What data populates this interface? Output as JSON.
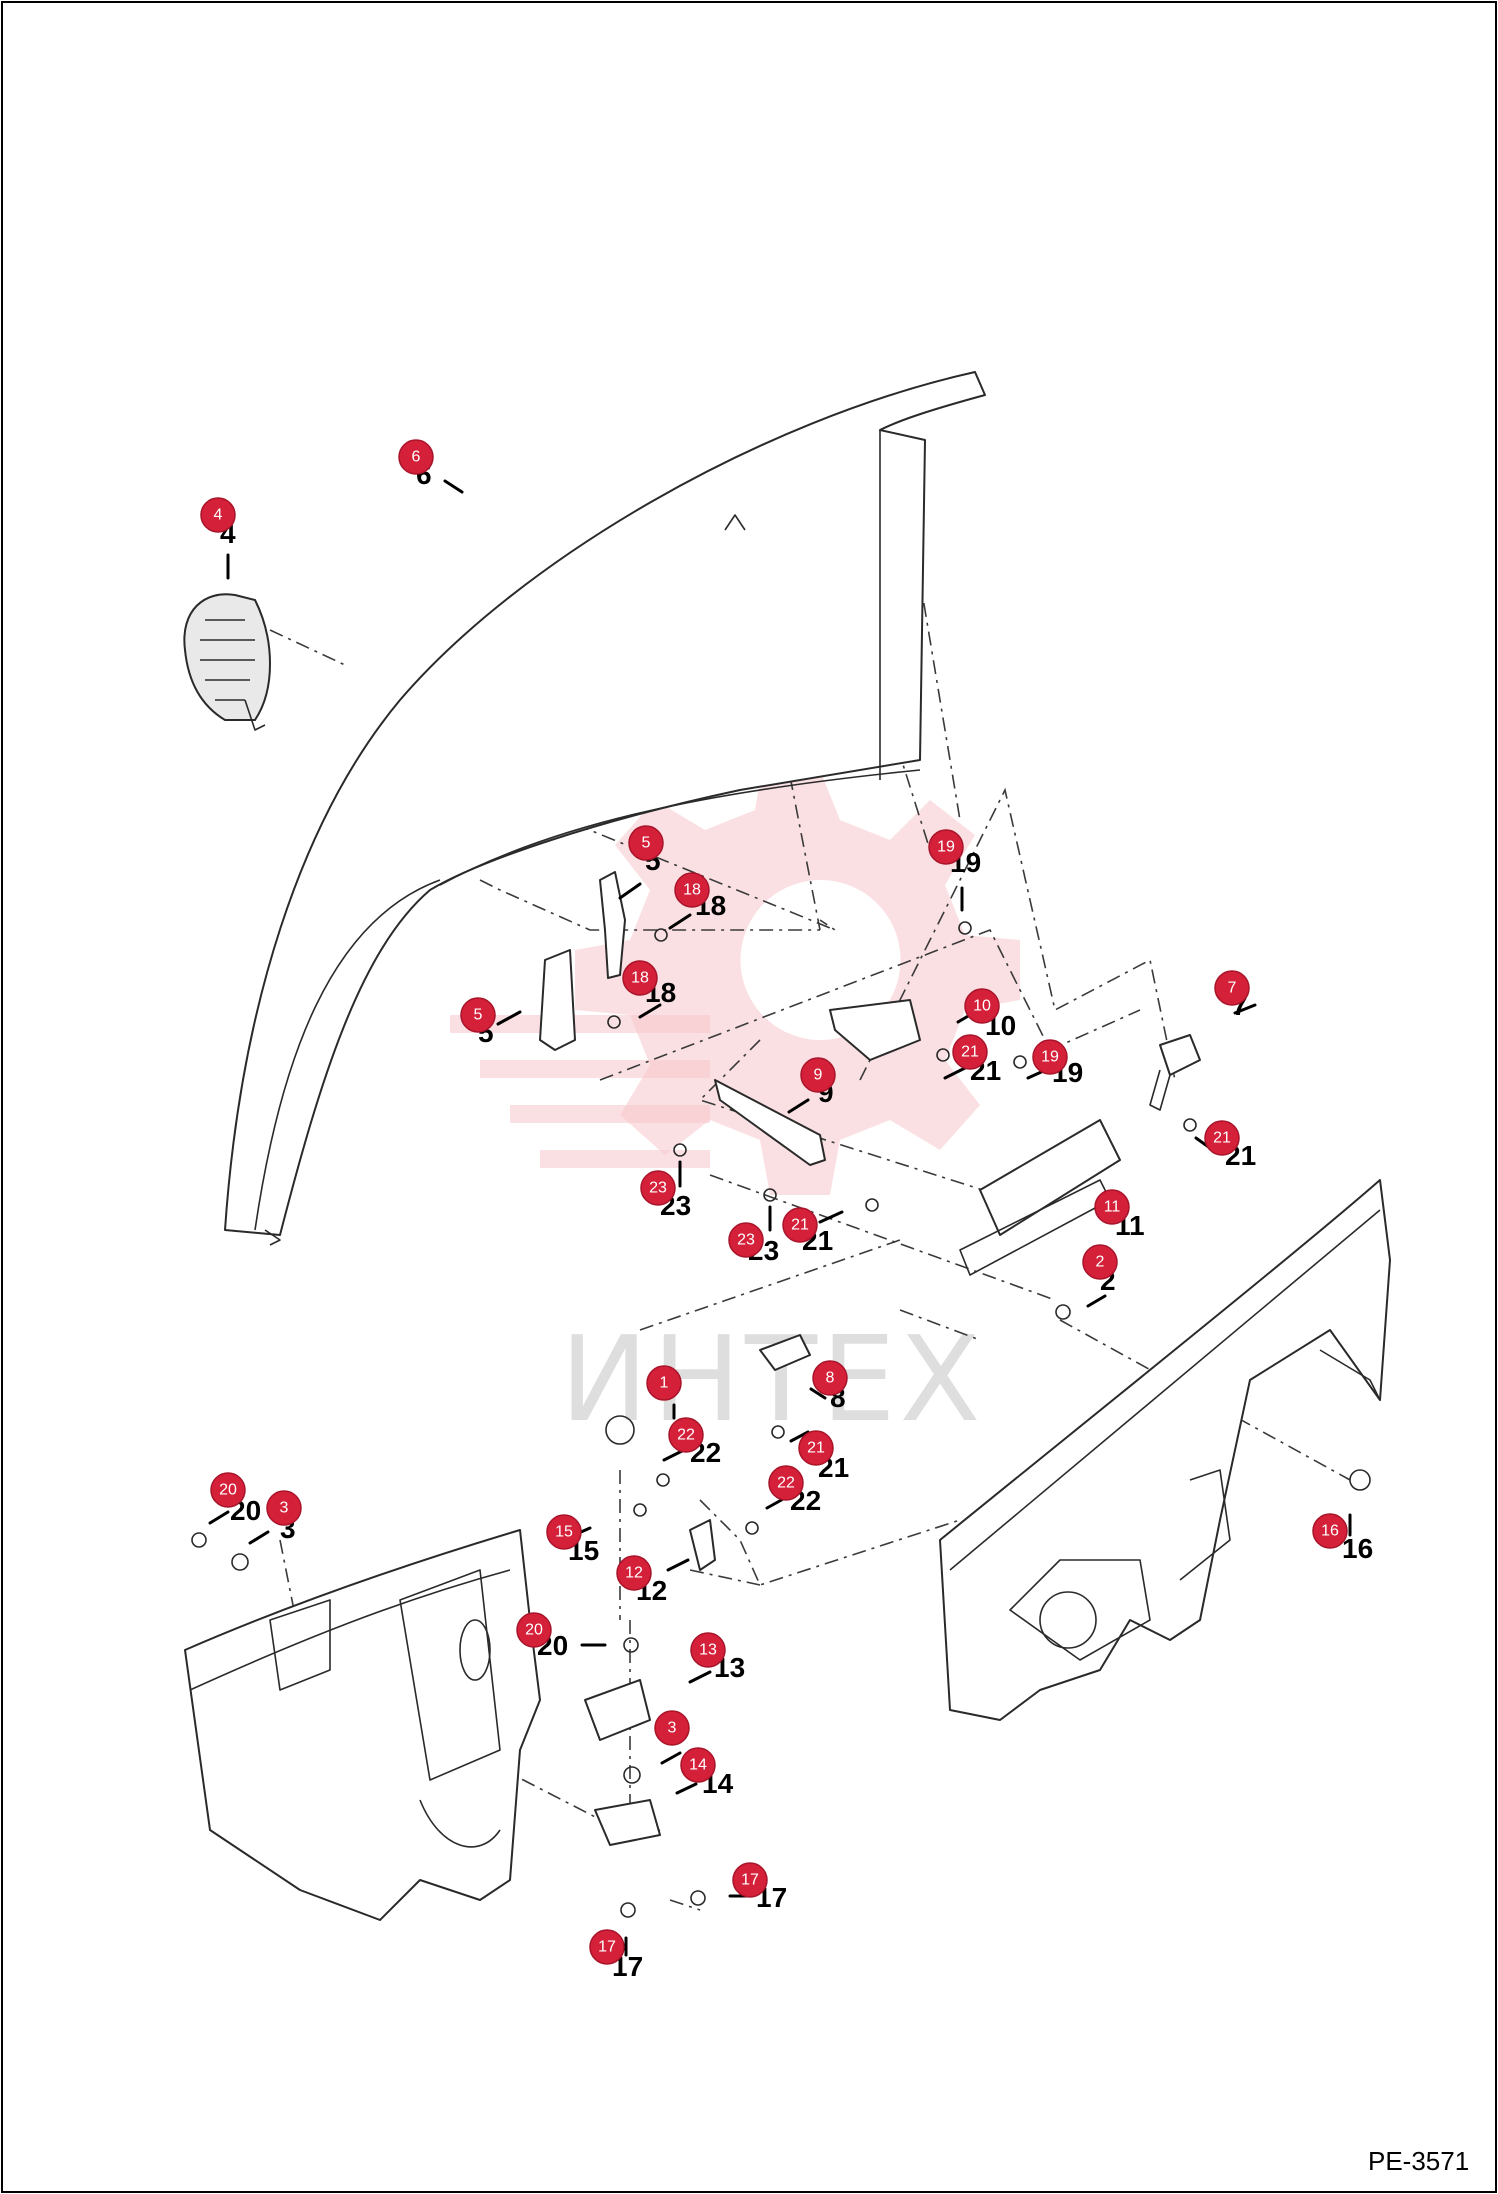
{
  "watermark": {
    "text": "ИНТЕХ"
  },
  "drawing_code": "PE-3571",
  "colors": {
    "callout": "#d5203a",
    "line": "#2a2a2a",
    "watermark": "#f7c7cc"
  },
  "callouts": [
    {
      "n": "1",
      "label": "1"
    },
    {
      "n": "2",
      "label": "2"
    },
    {
      "n": "3",
      "label": "3"
    },
    {
      "n": "3",
      "label": "3"
    },
    {
      "n": "4",
      "label": "4"
    },
    {
      "n": "5",
      "label": "5"
    },
    {
      "n": "5",
      "label": "5"
    },
    {
      "n": "6",
      "label": "6"
    },
    {
      "n": "7",
      "label": "7"
    },
    {
      "n": "8",
      "label": "8"
    },
    {
      "n": "9",
      "label": "9"
    },
    {
      "n": "10",
      "label": "10"
    },
    {
      "n": "11",
      "label": "11"
    },
    {
      "n": "12",
      "label": "12"
    },
    {
      "n": "13",
      "label": "13"
    },
    {
      "n": "14",
      "label": "14"
    },
    {
      "n": "15",
      "label": "15"
    },
    {
      "n": "16",
      "label": "16"
    },
    {
      "n": "17",
      "label": "17"
    },
    {
      "n": "17",
      "label": "17"
    },
    {
      "n": "18",
      "label": "18"
    },
    {
      "n": "18",
      "label": "18"
    },
    {
      "n": "19",
      "label": "19"
    },
    {
      "n": "19",
      "label": "19"
    },
    {
      "n": "20",
      "label": "20"
    },
    {
      "n": "20",
      "label": "20"
    },
    {
      "n": "21",
      "label": "21"
    },
    {
      "n": "21",
      "label": "21"
    },
    {
      "n": "21",
      "label": "21"
    },
    {
      "n": "21",
      "label": "21"
    },
    {
      "n": "22",
      "label": "22"
    },
    {
      "n": "22",
      "label": "22"
    },
    {
      "n": "23",
      "label": "23"
    },
    {
      "n": "23",
      "label": "23"
    }
  ]
}
